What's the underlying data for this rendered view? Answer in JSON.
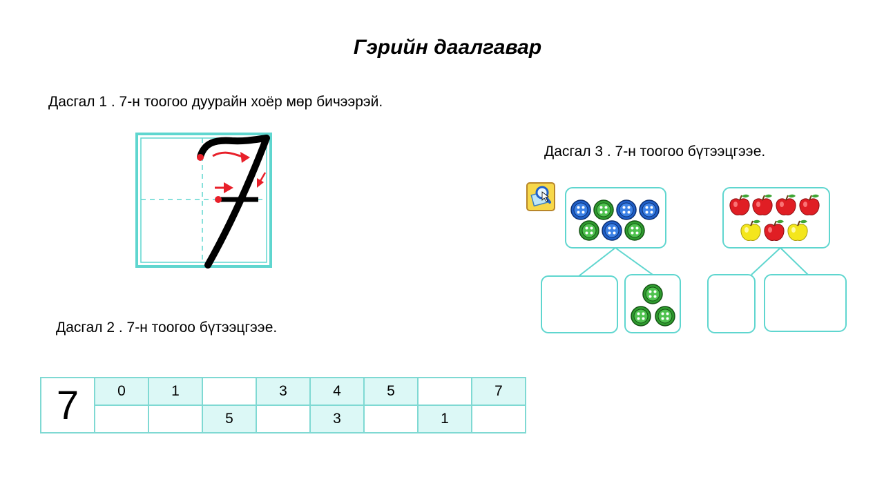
{
  "title": "Гэрийн даалгавар",
  "exercise1": {
    "label": "Дасгал 1 .  7-н тоогоо дуурайн хоёр мөр бичээрэй.",
    "digit": "7"
  },
  "exercise2": {
    "label": "Дасгал 2 .  7-н тоогоо бүтээцгээе.",
    "number": "7",
    "top_row": [
      "0",
      "1",
      "",
      "3",
      "4",
      "5",
      "",
      "7"
    ],
    "bottom_row": [
      "",
      "",
      "5",
      "",
      "3",
      "",
      "1",
      ""
    ]
  },
  "exercise3": {
    "label": "Дасгал 3 .  7-н тоогоо бүтээцгээе.",
    "buttons": {
      "blue": 4,
      "green": 3,
      "given_part": 3
    },
    "apples": {
      "red": 5,
      "yellow": 2
    }
  },
  "colors": {
    "accent": "#5fd6cf",
    "arrow_red": "#e8202a",
    "blue": "#1f5fc9",
    "green": "#2e9b2e"
  }
}
